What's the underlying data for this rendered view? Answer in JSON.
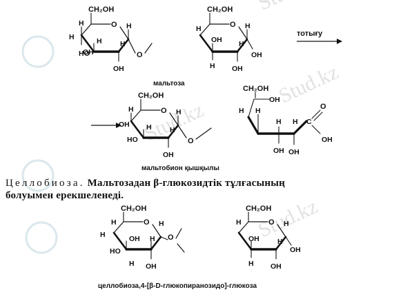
{
  "reaction": {
    "arrow_label": "тотығу",
    "maltose_caption": "мальтоза",
    "maltobionic_caption": "мальтобион қышқылы"
  },
  "paragraph": {
    "term": "Целлобиоза.",
    "line1_rest": "Мальтозадан β-глюкозидтік тұлғасының",
    "line2": "болуымен ерекшеленеді."
  },
  "cellobiose": {
    "caption": "целлобиоза,4-[β-D-глюкопиранозидо]-глюкоза"
  },
  "watermark": {
    "text": "Stud.kz"
  },
  "atoms": {
    "ch2oh": "CH₂OH",
    "oh": "OH",
    "ho": "HO",
    "h": "H",
    "o": "O",
    "c": "C"
  }
}
